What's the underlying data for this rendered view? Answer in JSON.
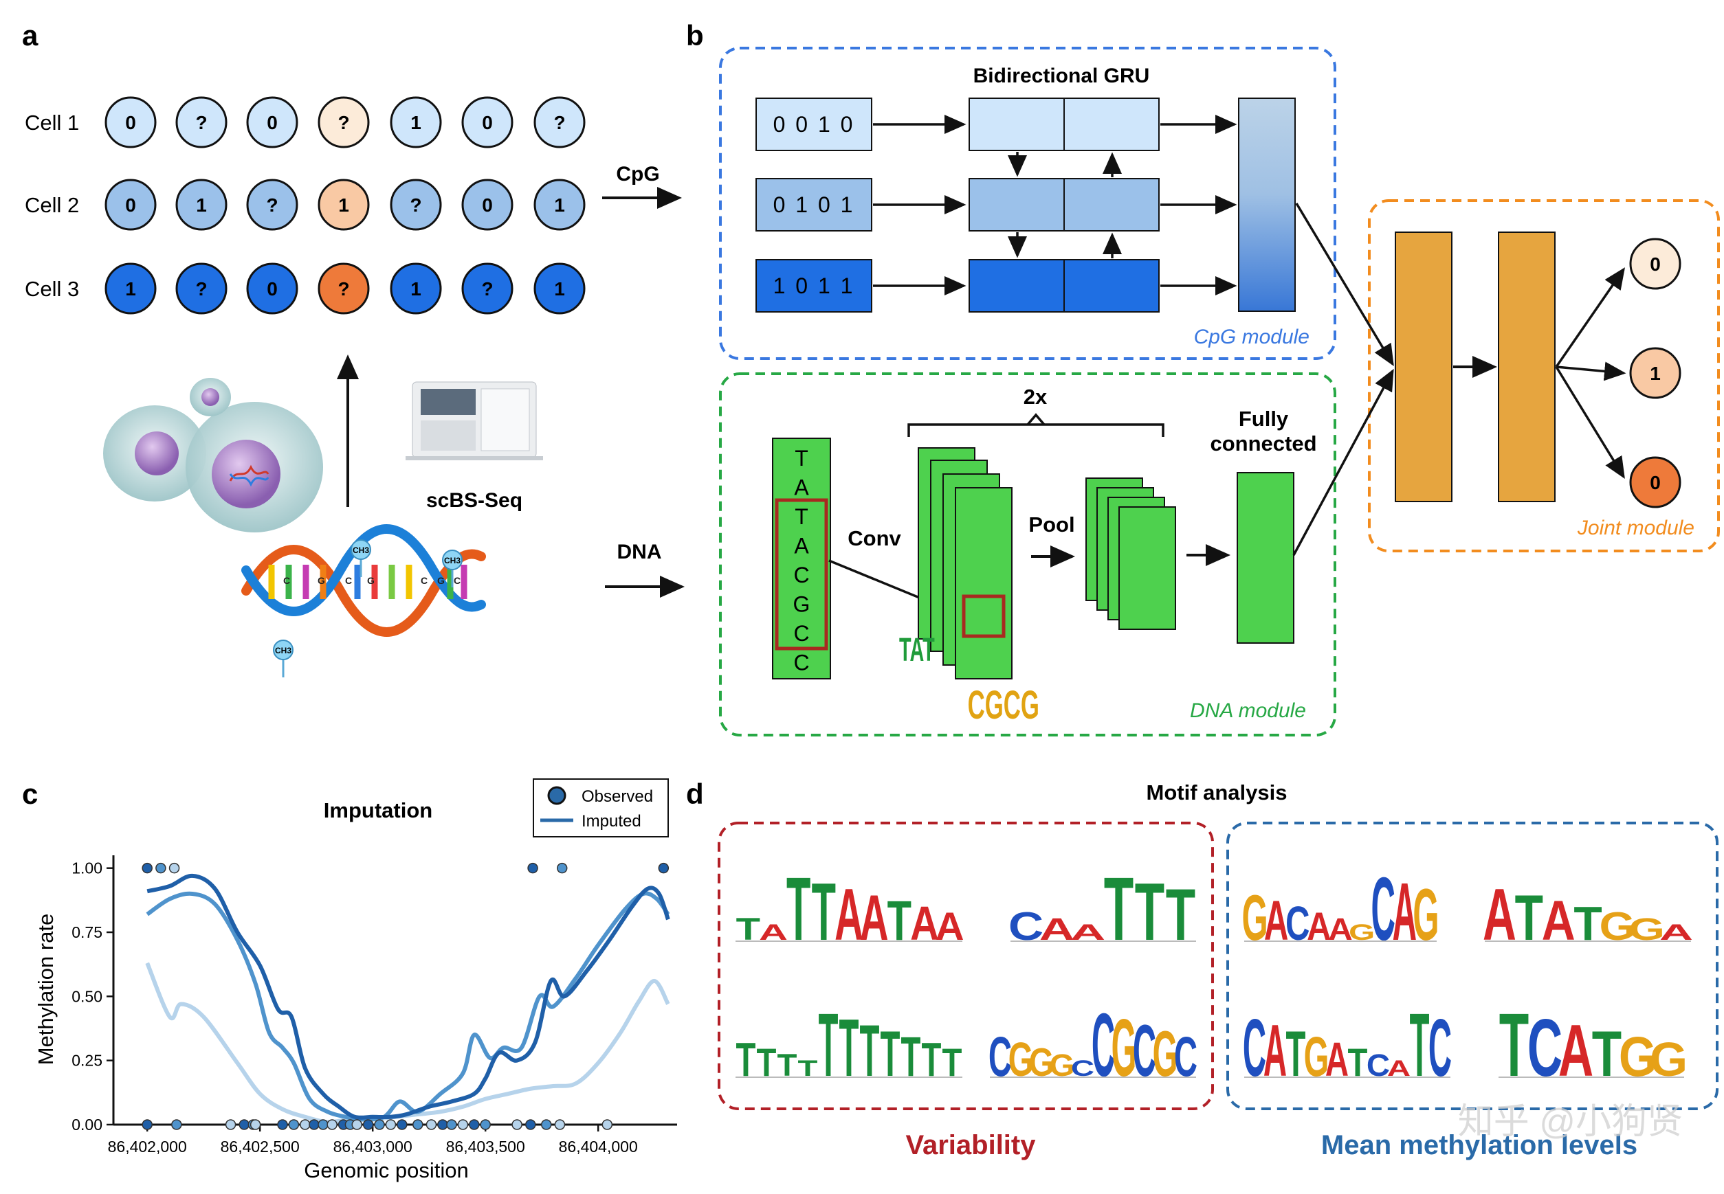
{
  "panel_labels": {
    "a": "a",
    "b": "b",
    "c": "c",
    "d": "d"
  },
  "colors": {
    "light_blue": "#cfe6fb",
    "mid_blue": "#9bc1ea",
    "dark_blue": "#1f6fe3",
    "peach_light": "#fcebd9",
    "peach": "#f9c9a4",
    "orange": "#ee7a3a",
    "cpg_border": "#3a78e0",
    "dna_border": "#27a845",
    "joint_border": "#f28c1e",
    "green": "#4ed14e",
    "joint_block": "#e6a53f",
    "red_box": "#a82a20",
    "var_border": "#b22027",
    "mean_border": "#2a6aa8"
  },
  "panel_a": {
    "cells": [
      {
        "label": "Cell 1",
        "values": [
          "0",
          "?",
          "0",
          "?",
          "1",
          "0",
          "?"
        ]
      },
      {
        "label": "Cell 2",
        "values": [
          "0",
          "1",
          "?",
          "1",
          "?",
          "0",
          "1"
        ]
      },
      {
        "label": "Cell 3",
        "values": [
          "1",
          "?",
          "0",
          "?",
          "1",
          "?",
          "1"
        ]
      }
    ],
    "scbs_label": "scBS-Seq",
    "arrow_cpg": "CpG",
    "arrow_dna": "DNA",
    "dna_bases": [
      "C",
      "G",
      "C",
      "G",
      "C",
      "G",
      "C"
    ],
    "ch3_label": "CH3"
  },
  "panel_b": {
    "gru_title": "Bidirectional GRU",
    "cpg_inputs": [
      "0 0 1 0",
      "0 1 0 1",
      "1 0 1 1"
    ],
    "cpg_module_label": "CpG module",
    "dna_seq": [
      "T",
      "A",
      "T",
      "A",
      "C",
      "G",
      "C",
      "C"
    ],
    "conv_label": "Conv",
    "repeat_label": "2x",
    "pool_label": "Pool",
    "fc_label": [
      "Fully",
      "connected"
    ],
    "dna_module_label": "DNA module",
    "joint_module_label": "Joint module",
    "outputs": [
      "0",
      "1",
      "0"
    ],
    "conv_motif_logo": "TAT",
    "pool_motif_logo": "CGCG"
  },
  "panel_c": {
    "title": "Imputation",
    "legend": {
      "observed": "Observed",
      "imputed": "Imputed"
    },
    "xlabel": "Genomic position",
    "ylabel": "Methylation rate",
    "yticks": [
      "0.00",
      "0.25",
      "0.50",
      "0.75",
      "1.00"
    ],
    "xticks": [
      "86,402,000",
      "86,402,500",
      "86,403,000",
      "86,403,500",
      "86,404,000"
    ]
  },
  "panel_d": {
    "title": "Motif analysis",
    "variability_label": "Variability",
    "mean_label": "Mean methylation levels",
    "variability_motifs": [
      [
        "T",
        "A",
        "T",
        "T",
        "A",
        "A",
        "T",
        "A",
        "A"
      ],
      [
        "C",
        "A",
        "A",
        "T",
        "T",
        "T"
      ],
      [
        "T",
        "T",
        "T",
        "T",
        "T",
        "T",
        "T",
        "T",
        "T",
        "T",
        "T"
      ],
      [
        "C",
        "G",
        "G",
        "G",
        "C",
        "C",
        "G",
        "C",
        "G",
        "C"
      ]
    ],
    "mean_motifs": [
      [
        "G",
        "A",
        "C",
        "A",
        "A",
        "G",
        "C",
        "A",
        "G"
      ],
      [
        "A",
        "T",
        "A",
        "T",
        "G",
        "G",
        "A"
      ],
      [
        "C",
        "A",
        "T",
        "G",
        "A",
        "T",
        "C",
        "A",
        "T",
        "C"
      ],
      [
        "T",
        "C",
        "A",
        "T",
        "G",
        "G"
      ]
    ],
    "watermark": "知乎 @小狗贤"
  },
  "chart_data": {
    "type": "line",
    "title": "Imputation",
    "xlabel": "Genomic position",
    "ylabel": "Methylation rate",
    "xlim": [
      86401850,
      86404350
    ],
    "ylim": [
      0,
      1.05
    ],
    "yticks": [
      0,
      0.25,
      0.5,
      0.75,
      1.0
    ],
    "xticks": [
      86402000,
      86402500,
      86403000,
      86403500,
      86404000
    ],
    "series": [
      {
        "name": "Imputed",
        "color": "#1f5fa8",
        "x": [
          86402000,
          86402100,
          86402200,
          86402300,
          86402400,
          86402500,
          86402580,
          86402640,
          86402700,
          86402780,
          86402850,
          86402920,
          86403000,
          86403080,
          86403150,
          86403250,
          86403350,
          86403450,
          86403500,
          86403560,
          86403640,
          86403720,
          86403790,
          86403850,
          86403950,
          86404050,
          86404150,
          86404220,
          86404270,
          86404310
        ],
        "y": [
          0.91,
          0.93,
          0.97,
          0.92,
          0.75,
          0.62,
          0.45,
          0.42,
          0.22,
          0.12,
          0.07,
          0.03,
          0.03,
          0.03,
          0.04,
          0.07,
          0.09,
          0.12,
          0.18,
          0.28,
          0.25,
          0.32,
          0.56,
          0.5,
          0.6,
          0.72,
          0.85,
          0.92,
          0.9,
          0.8
        ]
      },
      {
        "color": "#4f93cc",
        "x": [
          86402000,
          86402100,
          86402200,
          86402300,
          86402400,
          86402480,
          86402540,
          86402600,
          86402650,
          86402720,
          86402800,
          86402880,
          86402950,
          86403050,
          86403120,
          86403200,
          86403300,
          86403400,
          86403450,
          86403520,
          86403580,
          86403660,
          86403740,
          86403800,
          86403900,
          86404000,
          86404120,
          86404200,
          86404260,
          86404310
        ],
        "y": [
          0.82,
          0.88,
          0.9,
          0.86,
          0.72,
          0.55,
          0.36,
          0.3,
          0.24,
          0.1,
          0.05,
          0.03,
          0.02,
          0.03,
          0.09,
          0.05,
          0.12,
          0.2,
          0.35,
          0.26,
          0.3,
          0.3,
          0.5,
          0.46,
          0.57,
          0.7,
          0.84,
          0.9,
          0.88,
          0.82
        ]
      },
      {
        "color": "#b6d3eb",
        "x": [
          86402000,
          86402100,
          86402150,
          86402250,
          86402400,
          86402500,
          86402600,
          86402700,
          86402800,
          86402900,
          86403000,
          86403100,
          86403200,
          86403300,
          86403400,
          86403500,
          86403600,
          86403700,
          86403800,
          86403900,
          86404000,
          86404100,
          86404180,
          86404250,
          86404310
        ],
        "y": [
          0.63,
          0.42,
          0.47,
          0.42,
          0.24,
          0.12,
          0.06,
          0.03,
          0.01,
          0.02,
          0.02,
          0.03,
          0.04,
          0.05,
          0.07,
          0.1,
          0.12,
          0.14,
          0.15,
          0.16,
          0.24,
          0.36,
          0.48,
          0.56,
          0.47
        ]
      }
    ],
    "observed": {
      "x": [
        86402000,
        86402060,
        86402120,
        86402000,
        86402130,
        86402370,
        86402430,
        86402470,
        86402480,
        86402600,
        86402650,
        86402700,
        86402740,
        86402780,
        86402820,
        86402870,
        86402900,
        86402930,
        86402980,
        86403030,
        86403080,
        86403130,
        86403200,
        86403260,
        86403310,
        86403350,
        86403400,
        86403450,
        86403500,
        86403640,
        86403700,
        86403770,
        86403830,
        86403710,
        86403840,
        86404040,
        86404290
      ],
      "y": [
        1,
        1,
        1,
        0,
        0,
        0,
        0,
        0,
        0,
        0,
        0,
        0,
        0,
        0,
        0,
        0,
        0,
        0,
        0,
        0,
        0,
        0,
        0,
        0,
        0,
        0,
        0,
        0,
        0,
        0,
        0,
        0,
        0,
        1,
        1,
        0,
        1
      ]
    }
  }
}
